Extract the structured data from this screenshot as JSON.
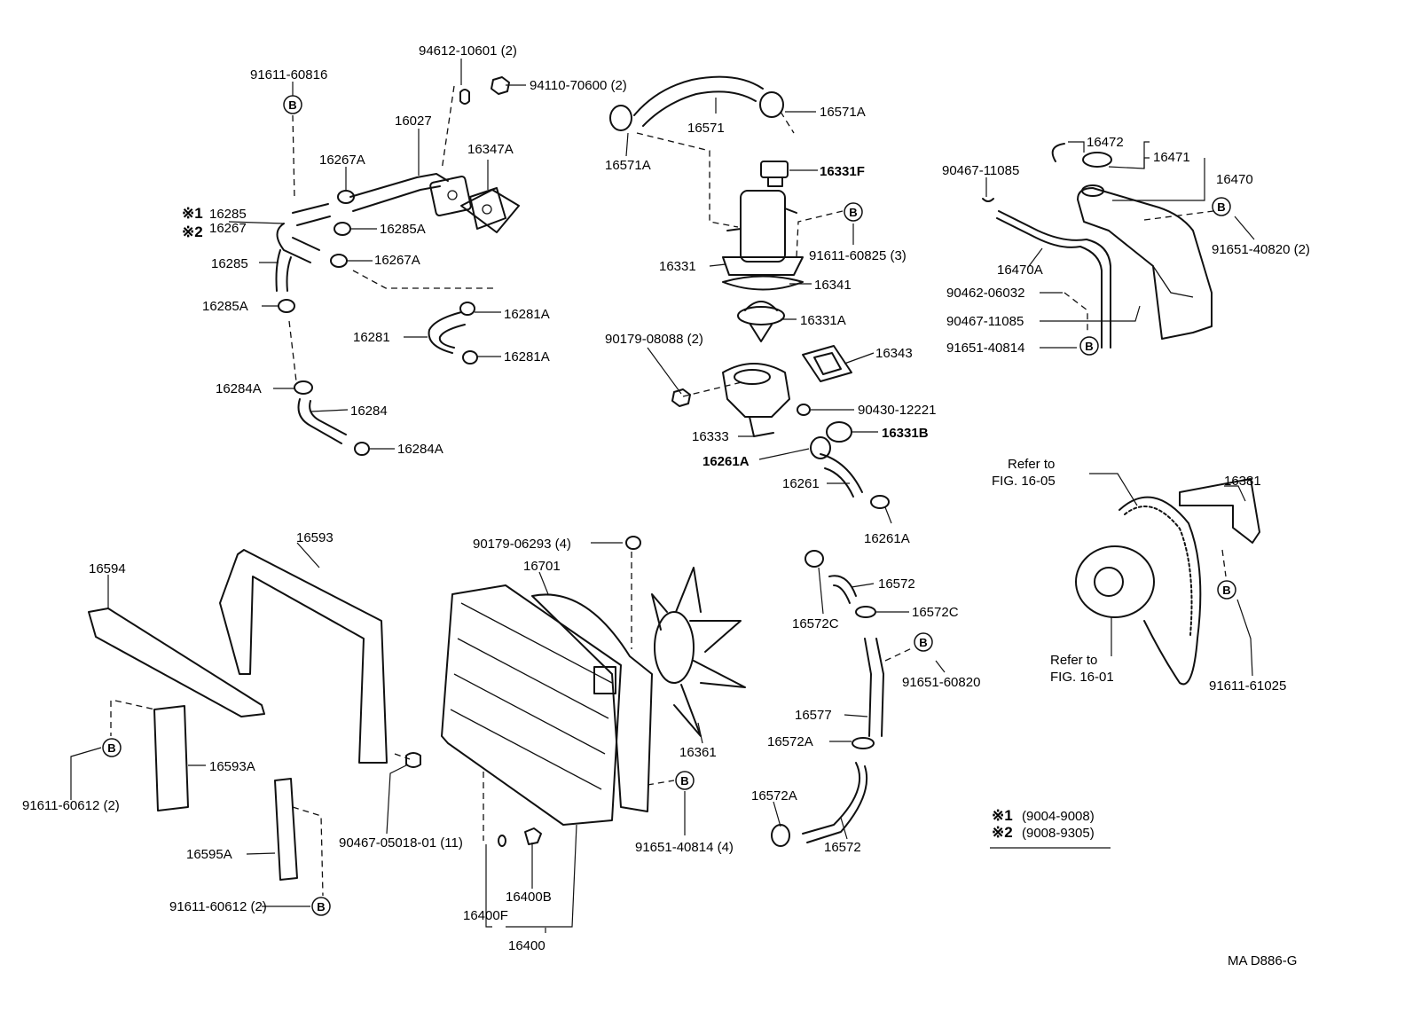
{
  "labels": {
    "p94612": "94612-10601 (2)",
    "p94110": "94110-70600 (2)",
    "p91611_60816": "91611-60816",
    "p16027": "16027",
    "p16347A": "16347A",
    "p16267A_top": "16267A",
    "p16285_alt": "16285",
    "p16267_alt": "16267",
    "p16285A_mid": "16285A",
    "p16285": "16285",
    "p16267A_mid": "16267A",
    "p16285A_low": "16285A",
    "p16281": "16281",
    "p16281A_top": "16281A",
    "p16281A_low": "16281A",
    "p16284A_top": "16284A",
    "p16284": "16284",
    "p16284A_low": "16284A",
    "p16571": "16571",
    "p16571A_right": "16571A",
    "p16571A_left": "16571A",
    "p16331F": "16331F",
    "p91611_60825": "91611-60825 (3)",
    "p16331": "16331",
    "p16341": "16341",
    "p16331A": "16331A",
    "p90179_08088": "90179-08088 (2)",
    "p16343": "16343",
    "p90430": "90430-12221",
    "p16333": "16333",
    "p16331B": "16331B",
    "p16261A_top": "16261A",
    "p16261": "16261",
    "p16261A_low": "16261A",
    "p16472": "16472",
    "p16471": "16471",
    "p16470": "16470",
    "p90467_top": "90467-11085",
    "p91651_40820": "91651-40820 (2)",
    "p16470A": "16470A",
    "p90462": "90462-06032",
    "p90467_low": "90467-11085",
    "p91651_40814_tank": "91651-40814",
    "p16381": "16381",
    "p91611_61025": "91611-61025",
    "p16593": "16593",
    "p16594": "16594",
    "p16593A": "16593A",
    "p91611_60612_a": "91611-60612 (2)",
    "p16595A": "16595A",
    "p91611_60612_b": "91611-60612 (2)",
    "p90467_05018": "90467-05018-01 (11)",
    "p90179_06293": "90179-06293 (4)",
    "p16701": "16701",
    "p16361": "16361",
    "p91651_40814_rad": "91651-40814 (4)",
    "p16400B": "16400B",
    "p16400F": "16400F",
    "p16400": "16400",
    "p16572_top": "16572",
    "p16572C_left": "16572C",
    "p16572C_right": "16572C",
    "p91651_60820": "91651-60820",
    "p16577": "16577",
    "p16572A_top": "16572A",
    "p16572A_low": "16572A",
    "p16572_low": "16572"
  },
  "refs": {
    "refer_top_line1": "Refer to",
    "refer_top_line2": "FIG. 16-05",
    "refer_low_line1": "Refer to",
    "refer_low_line2": "FIG. 16-01"
  },
  "legend": {
    "mark1": "※1",
    "range1": "(9004-9008)",
    "mark2": "※2",
    "range2": "(9008-9305)",
    "alt_mark1": "※1",
    "alt_mark2": "※2"
  },
  "badge_letter": "B",
  "diagram_code": "MA D886-G"
}
